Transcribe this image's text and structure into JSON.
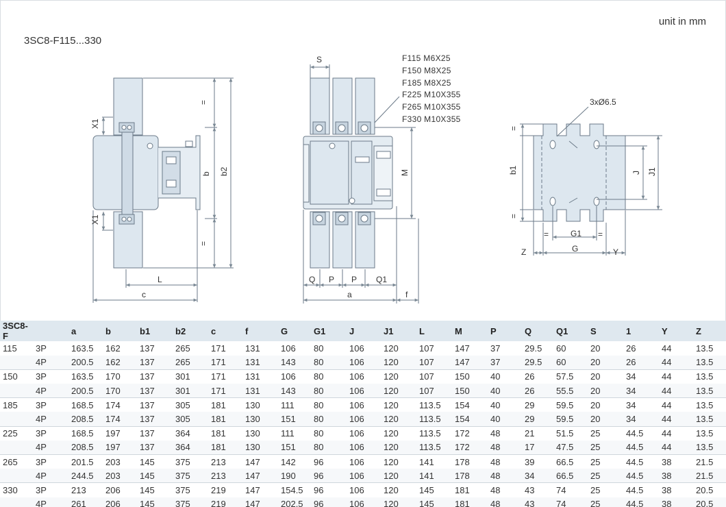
{
  "header": {
    "model": "3SC8-F115...330",
    "unit": "unit in mm"
  },
  "drawing": {
    "side_view": {
      "labels": {
        "x1_top": "X1",
        "x1_bottom": "X1",
        "equal_top": "=",
        "equal_bottom": "=",
        "b": "b",
        "b2": "b2",
        "l": "L",
        "c": "c"
      }
    },
    "front_view": {
      "labels": {
        "s": "S",
        "m": "M",
        "a": "a",
        "f": "f",
        "q_left": "Q",
        "p_1": "P",
        "p_2": "P",
        "q1": "Q1"
      },
      "bolt_specs": [
        "F115   M6X25",
        "F150   M8X25",
        "F185   M8X25",
        "F225   M10X355",
        "F265   M10X355",
        "F330   M10X355"
      ]
    },
    "mounting_view": {
      "labels": {
        "hole": "3xØ6.5",
        "b1": "b1",
        "j": "J",
        "j1": "J1",
        "g1": "G1",
        "g": "G",
        "z": "Z",
        "y": "Y",
        "eq_top": "=",
        "eq_bottom": "=",
        "eq_left": "=",
        "eq_right": "="
      }
    }
  },
  "table": {
    "headers": [
      "3SC8-F",
      "",
      "a",
      "b",
      "b1",
      "b2",
      "c",
      "f",
      "G",
      "G1",
      "J",
      "J1",
      "L",
      "M",
      "P",
      "Q",
      "Q1",
      "S",
      "1",
      "Y",
      "Z"
    ],
    "rows": [
      {
        "model": "115",
        "poles": "3P",
        "vals": [
          "163.5",
          "162",
          "137",
          "265",
          "171",
          "131",
          "106",
          "80",
          "106",
          "120",
          "107",
          "147",
          "37",
          "29.5",
          "60",
          "20",
          "26",
          "44",
          "13.5"
        ]
      },
      {
        "model": "",
        "poles": "4P",
        "vals": [
          "200.5",
          "162",
          "137",
          "265",
          "171",
          "131",
          "143",
          "80",
          "106",
          "120",
          "107",
          "147",
          "37",
          "29.5",
          "60",
          "20",
          "26",
          "44",
          "13.5"
        ]
      },
      {
        "model": "150",
        "poles": "3P",
        "vals": [
          "163.5",
          "170",
          "137",
          "301",
          "171",
          "131",
          "106",
          "80",
          "106",
          "120",
          "107",
          "150",
          "40",
          "26",
          "57.5",
          "20",
          "34",
          "44",
          "13.5"
        ]
      },
      {
        "model": "",
        "poles": "4P",
        "vals": [
          "200.5",
          "170",
          "137",
          "301",
          "171",
          "131",
          "143",
          "80",
          "106",
          "120",
          "107",
          "150",
          "40",
          "26",
          "55.5",
          "20",
          "34",
          "44",
          "13.5"
        ]
      },
      {
        "model": "185",
        "poles": "3P",
        "vals": [
          "168.5",
          "174",
          "137",
          "305",
          "181",
          "130",
          "111",
          "80",
          "106",
          "120",
          "113.5",
          "154",
          "40",
          "29",
          "59.5",
          "20",
          "34",
          "44",
          "13.5"
        ]
      },
      {
        "model": "",
        "poles": "4P",
        "vals": [
          "208.5",
          "174",
          "137",
          "305",
          "181",
          "130",
          "151",
          "80",
          "106",
          "120",
          "113.5",
          "154",
          "40",
          "29",
          "59.5",
          "20",
          "34",
          "44",
          "13.5"
        ]
      },
      {
        "model": "225",
        "poles": "3P",
        "vals": [
          "168.5",
          "197",
          "137",
          "364",
          "181",
          "130",
          "111",
          "80",
          "106",
          "120",
          "113.5",
          "172",
          "48",
          "21",
          "51.5",
          "25",
          "44.5",
          "44",
          "13.5"
        ]
      },
      {
        "model": "",
        "poles": "4P",
        "vals": [
          "208.5",
          "197",
          "137",
          "364",
          "181",
          "130",
          "151",
          "80",
          "106",
          "120",
          "113.5",
          "172",
          "48",
          "17",
          "47.5",
          "25",
          "44.5",
          "44",
          "13.5"
        ]
      },
      {
        "model": "265",
        "poles": "3P",
        "vals": [
          "201.5",
          "203",
          "145",
          "375",
          "213",
          "147",
          "142",
          "96",
          "106",
          "120",
          "141",
          "178",
          "48",
          "39",
          "66.5",
          "25",
          "44.5",
          "38",
          "21.5"
        ]
      },
      {
        "model": "",
        "poles": "4P",
        "vals": [
          "244.5",
          "203",
          "145",
          "375",
          "213",
          "147",
          "190",
          "96",
          "106",
          "120",
          "141",
          "178",
          "48",
          "34",
          "66.5",
          "25",
          "44.5",
          "38",
          "21.5"
        ]
      },
      {
        "model": "330",
        "poles": "3P",
        "vals": [
          "213",
          "206",
          "145",
          "375",
          "219",
          "147",
          "154.5",
          "96",
          "106",
          "120",
          "145",
          "181",
          "48",
          "43",
          "74",
          "25",
          "44.5",
          "38",
          "20.5"
        ]
      },
      {
        "model": "",
        "poles": "4P",
        "vals": [
          "261",
          "206",
          "145",
          "375",
          "219",
          "147",
          "202.5",
          "96",
          "106",
          "120",
          "145",
          "181",
          "48",
          "43",
          "74",
          "25",
          "44.5",
          "38",
          "20.5"
        ]
      }
    ]
  }
}
